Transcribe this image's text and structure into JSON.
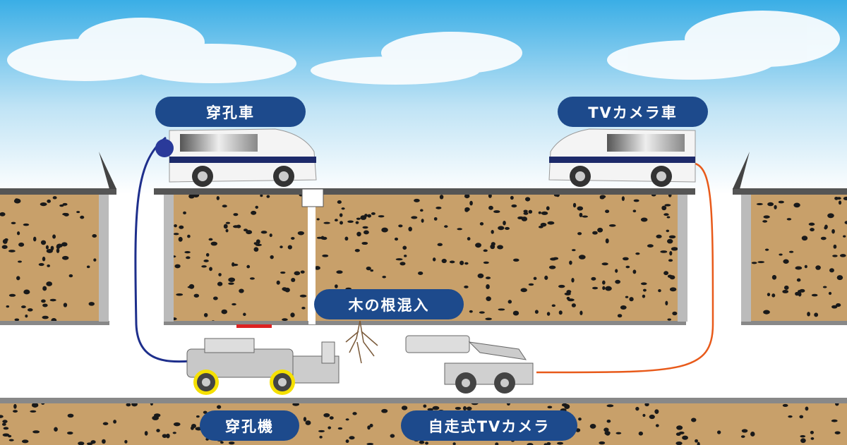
{
  "labels": {
    "drilling_vehicle": "穿孔車",
    "tv_camera_vehicle": "TVカメラ車",
    "root_intrusion": "木の根混入",
    "drilling_machine": "穿孔機",
    "self_propelled_tv_camera": "自走式TVカメラ"
  },
  "colors": {
    "label_bg": "#1d4a8c",
    "soil": "#c8a06a",
    "sky": "#4ab3e6",
    "camera_cable": "#e85a1a",
    "drill_cable": "#1e2f8c"
  }
}
